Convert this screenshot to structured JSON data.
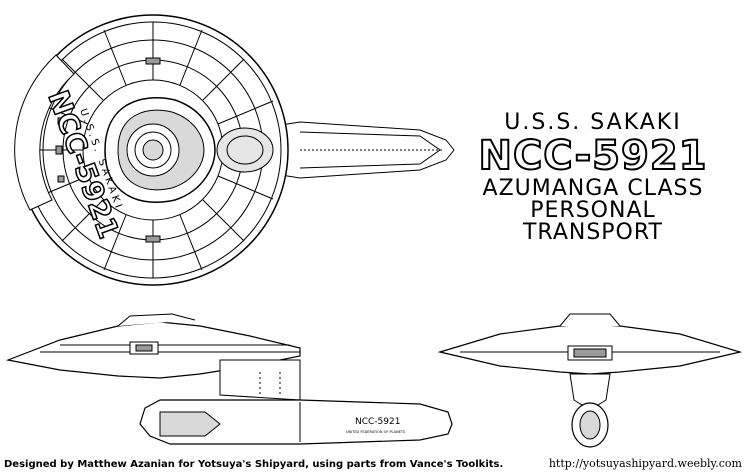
{
  "title": {
    "line1": "U.S.S. SAKAKI",
    "registry": "NCC-5921",
    "class": "AZUMANGA CLASS",
    "type_line1": "PERSONAL",
    "type_line2": "TRANSPORT"
  },
  "hull_markings": {
    "top_registry": "NCC-5921",
    "top_name": "U.S.S. SAKAKI",
    "side_registry": "NCC-5921",
    "side_subtext": "UNITED FEDERATION OF PLANETS"
  },
  "footer": {
    "credit": "Designed by Matthew Azanian for Yotsuya's Shipyard, using parts from Vance's Toolkits.",
    "url": "http://yotsuyashipyard.weebly.com"
  },
  "colors": {
    "ink": "#000000",
    "paper": "#ffffff",
    "shade": "#d9d9d9",
    "dark": "#9a9a9a"
  }
}
